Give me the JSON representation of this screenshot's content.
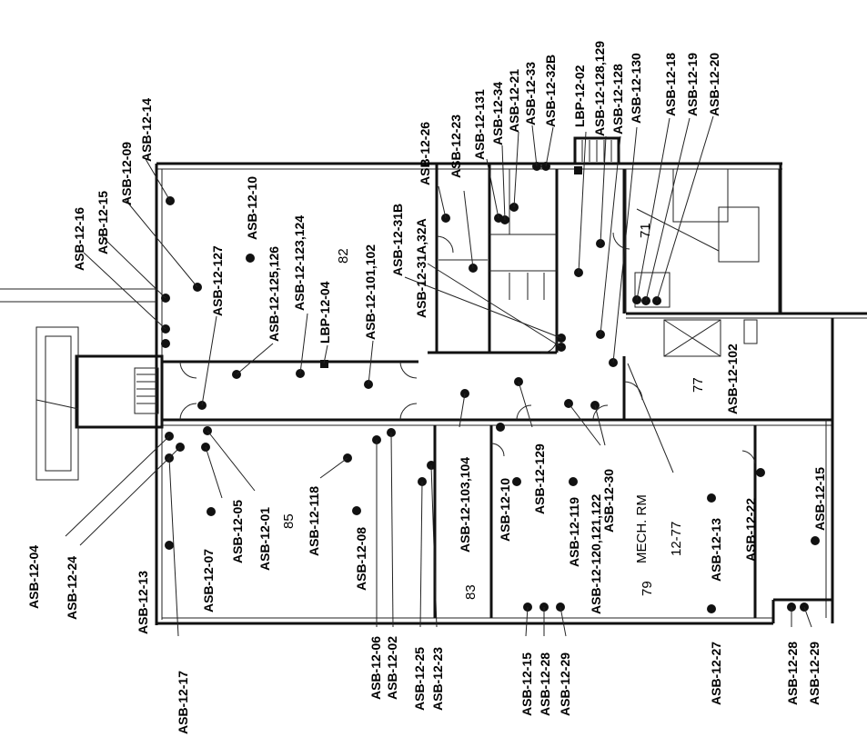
{
  "rooms": {
    "r82": "82",
    "r85": "85",
    "r83": "83",
    "r79": "79",
    "r77": "77",
    "r71": "71",
    "mech_rm": "MECH. RM",
    "mech_num": "12-77"
  },
  "samples": {
    "s16": "ASB-12-16",
    "s15a": "ASB-12-15",
    "s09": "ASB-12-09",
    "s14": "ASB-12-14",
    "s10a": "ASB-12-10",
    "s127": "ASB-12-127",
    "s125": "ASB-12-125,126",
    "s123": "ASB-12-123,124",
    "lbp04": "LBP-12-04",
    "s101": "ASB-12-101,102",
    "s31b": "ASB-12-31B",
    "s31a": "ASB-12-31A,32A",
    "s26": "ASB-12-26",
    "s23a": "ASB-12-23",
    "s131": "ASB-12-131",
    "s34": "ASB-12-34",
    "s21": "ASB-12-21",
    "s33": "ASB-12-33",
    "s32b": "ASB-12-32B",
    "lbp02": "LBP-12-02",
    "s128_129": "ASB-12-128,129",
    "s128": "ASB-12-128",
    "s130": "ASB-12-130",
    "s18": "ASB-12-18",
    "s19": "ASB-12-19",
    "s20": "ASB-12-20",
    "s102": "ASB-12-102",
    "s15b": "ASB-12-15",
    "s22": "ASB-12-22",
    "s13b": "ASB-12-13",
    "s27": "ASB-12-27",
    "s28a": "ASB-12-28",
    "s29a": "ASB-12-29",
    "s15c": "ASB-12-15",
    "s28b": "ASB-12-28",
    "s29b": "ASB-12-29",
    "s30": "ASB-12-30",
    "s120": "ASB-12-120,121,122",
    "s119": "ASB-12-119",
    "s129": "ASB-12-129",
    "s10b": "ASB-12-10",
    "s103": "ASB-12-103,104",
    "s25": "ASB-12-25",
    "s23b": "ASB-12-23",
    "s06": "ASB-12-06",
    "s02": "ASB-12-02",
    "s08": "ASB-12-08",
    "s118": "ASB-12-118",
    "s01": "ASB-12-01",
    "s05": "ASB-12-05",
    "s07": "ASB-12-07",
    "s13a": "ASB-12-13",
    "s17": "ASB-12-17",
    "s04": "ASB-12-04",
    "s24": "ASB-12-24"
  }
}
